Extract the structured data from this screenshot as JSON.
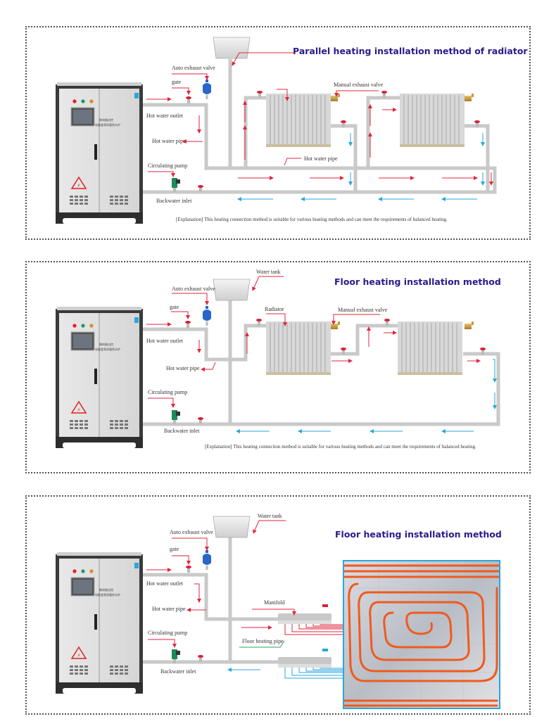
{
  "panels": [
    {
      "title": "Parallel heating installation method of radiator",
      "labels": {
        "auto_exhaust_valve": "Auto exhaust valve",
        "gate": "gate",
        "hot_water_outlet": "Hot water outlet",
        "hot_water_pipe": "Hot water pipe",
        "circulating_pump": "Circulating pump",
        "backwater_inlet": "Backwater inlet",
        "manual_exhaust_valve": "Manual exhaust valve",
        "hot_water_pipe_main": "Hot water pipe"
      },
      "explanation": "[Explanation] This heating connection method is suitable for various heating methods and can meet the requirements of balanced heating."
    },
    {
      "title": "Floor heating installation method",
      "labels": {
        "water_tank": "Water tank",
        "auto_exhaust_valve": "Auto exhaust valve",
        "gate": "gate",
        "hot_water_outlet": "Hot water outlet",
        "hot_water_pipe": "Hot water pipe",
        "circulating_pump": "Circulating pump",
        "backwater_inlet": "Backwater inlet",
        "radiator": "Radiator",
        "manual_exhaust_valve": "Manual exhaust valve"
      },
      "explanation": "[Explanation] This heating connection method is suitable for various heating methods and can meet the requirements of balanced heating."
    },
    {
      "title": "Floor heating installation method",
      "labels": {
        "water_tank": "Water tank",
        "auto_exhaust_valve": "Auto exhaust valve",
        "gate": "gate",
        "hot_water_outlet": "Hot water outlet",
        "hot_water_pipe": "Hot water pipe",
        "circulating_pump": "Circulating pump",
        "backwater_inlet": "Backwater inlet",
        "manual_exhaust_valve": "Manifold",
        "manifold": "Manifold",
        "floor_heating_pipe": "Floor heating pipe"
      }
    }
  ],
  "boiler": {
    "line1": "微电脑自控",
    "line2": "电磁变频采暖热水炉",
    "warning": "当心触电"
  },
  "colors": {
    "title": "#2a1a8c",
    "hot_arrow": "#e0263c",
    "cold_arrow": "#2aa6dc",
    "pipe": "#c9c9c9",
    "floor_pipe": "#f05a1e"
  }
}
